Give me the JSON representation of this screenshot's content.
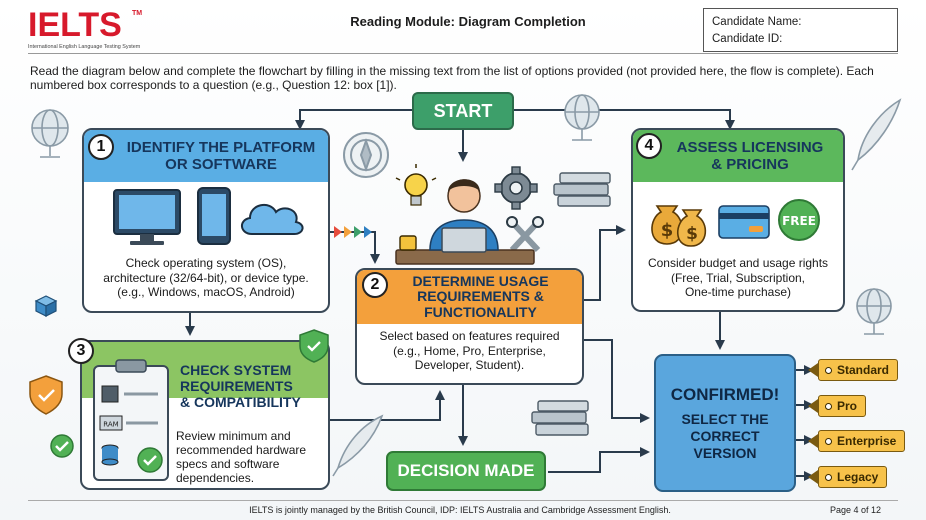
{
  "header": {
    "logo": "IELTS",
    "logo_tm": "TM",
    "logo_subtitle": "International English Language Testing System",
    "title": "Reading Module: Diagram Completion",
    "candidate_name_label": "Candidate Name:",
    "candidate_id_label": "Candidate ID:"
  },
  "instructions": "Read the diagram below and complete the flowchart by filling in the missing text from the list of options provided (not provided here, the flow is complete). Each numbered box corresponds to a question (e.g., Question 12: box [1]).",
  "flow": {
    "start": "START",
    "decision": "DECISION MADE",
    "box1": {
      "number": "1",
      "title_line1": "IDENTIFY THE PLATFORM",
      "title_line2": "OR SOFTWARE",
      "text_line1": "Check operating system (OS),",
      "text_line2": "architecture (32/64-bit), or device type.",
      "text_line3": "(e.g., Windows, macOS, Android)"
    },
    "box2": {
      "number": "2",
      "title_line1": "DETERMINE USAGE",
      "title_line2": "REQUIREMENTS &",
      "title_line3": "FUNCTIONALITY",
      "text_line1": "Select based on features required",
      "text_line2": "(e.g., Home, Pro, Enterprise,",
      "text_line3": "Developer, Student)."
    },
    "box3": {
      "number": "3",
      "title_line1": "CHECK SYSTEM",
      "title_line2": "REQUIREMENTS",
      "title_line3": "& COMPATIBILITY",
      "text_line1": "Review minimum and",
      "text_line2": "recommended hardware",
      "text_line3": "specs and software",
      "text_line4": "dependencies.",
      "chip_label": "RAM"
    },
    "box4": {
      "number": "4",
      "title_line1": "ASSESS LICENSING",
      "title_line2": "& PRICING",
      "text_line1": "Consider budget and usage rights",
      "text_line2": "(Free, Trial, Subscription,",
      "text_line3": "One-time purchase)",
      "free_badge": "FREE",
      "bag_symbol": "$"
    },
    "confirmed": {
      "title": "CONFIRMED!",
      "sub_line1": "SELECT THE",
      "sub_line2": "CORRECT",
      "sub_line3": "VERSION"
    },
    "versions": [
      "Standard",
      "Pro",
      "Enterprise",
      "Legacy"
    ]
  },
  "footer": {
    "text": "IELTS is jointly managed by the British Council, IDP: IELTS Australia and Cambridge Assessment English.",
    "page": "Page 4 of 12"
  },
  "colors": {
    "brand_red": "#d7192b",
    "box1_head": "#5aaee4",
    "box2_head": "#f3a03c",
    "box3_head": "#8cc563",
    "box4_head": "#5cb85c",
    "start_green": "#3d9f6a",
    "confirm_blue": "#5aa6dd",
    "tag_yellow": "#f7c24a"
  }
}
